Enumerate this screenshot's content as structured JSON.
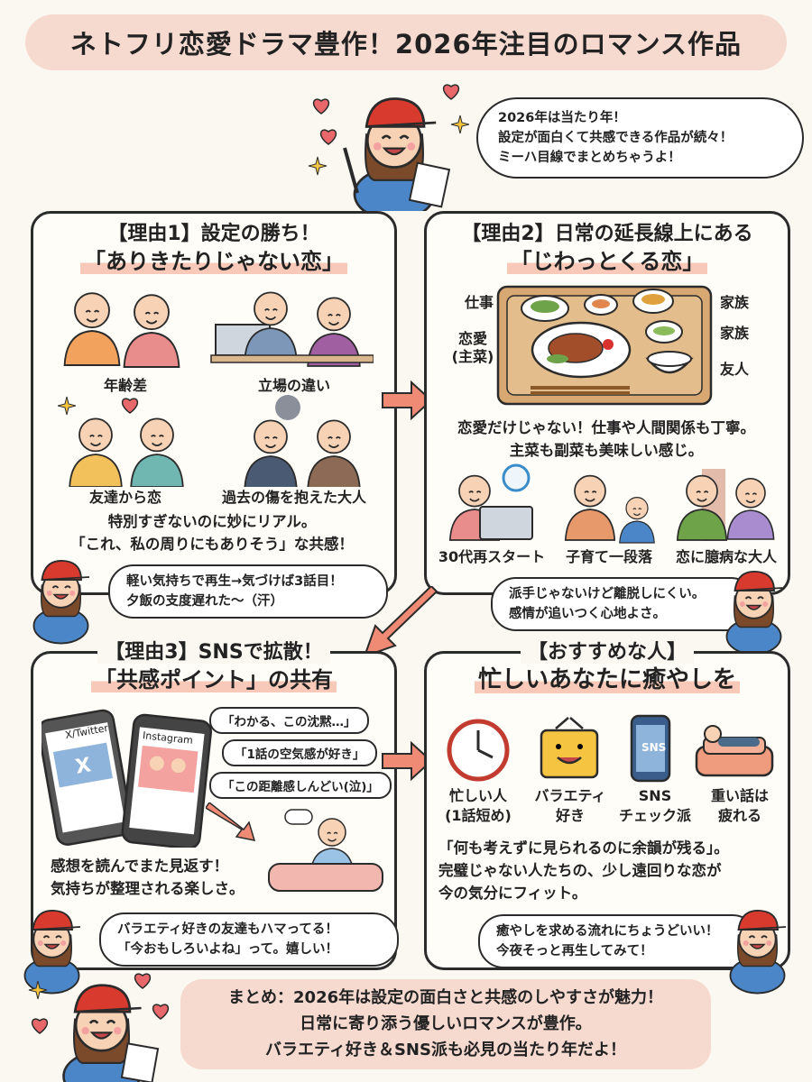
{
  "title": "ネトフリ恋愛ドラマ豊作！2026年注目のロマンス作品",
  "intro_bubble": [
    "2026年は当たり年！",
    "設定が面白くて共感できる作品が続々！",
    "ミーハ目線でまとめちゃうよ！"
  ],
  "reason1": {
    "title_line1": "【理由1】設定の勝ち！",
    "title_line2": "「ありきたりじゃない恋」",
    "items": [
      "年齢差",
      "立場の違い",
      "友達から恋",
      "過去の傷を抱えた大人"
    ],
    "text": [
      "特別すぎないのに妙にリアル。",
      "「これ、私の周りにもありそう」な共感！"
    ],
    "bubble": [
      "軽い気持ちで再生→気づけば3話目！",
      "夕飯の支度遅れた〜（汗）"
    ]
  },
  "reason2": {
    "title_line1": "【理由2】日常の延長線上にある",
    "title_line2": "「じわっとくる恋」",
    "tray_labels": {
      "work": "仕事",
      "family1": "家族",
      "family2": "家族",
      "romance": "恋愛\n(主菜)",
      "friend": "友人"
    },
    "text": [
      "恋愛だけじゃない！仕事や人間関係も丁寧。",
      "主菜も副菜も美味しい感じ。"
    ],
    "items": [
      "30代再スタート",
      "子育て一段落",
      "恋に臆病な大人"
    ],
    "bubble": [
      "派手じゃないけど離脱しにくい。",
      "感情が追いつく心地よさ。"
    ]
  },
  "reason3": {
    "title_line1": "【理由3】SNSで拡散！",
    "title_line2": "「共感ポイント」の共有",
    "phone1_label": "X/Twitter",
    "phone2_label": "Instagram",
    "comments": [
      "「わかる、この沈黙…」",
      "「1話の空気感が好き」",
      "「この距離感しんどい(泣)」"
    ],
    "text": [
      "感想を読んでまた見返す！",
      "気持ちが整理される楽しさ。"
    ],
    "bubble": [
      "バラエティ好きの友達もハマってる！",
      "「今おもしろいよね」って。嬉しい！"
    ]
  },
  "recommend": {
    "title_line1": "【おすすめな人】",
    "title_line2": "忙しいあなたに癒やしを",
    "items": [
      {
        "label": "忙しい人\n(1話短め)",
        "icon": "clock-icon"
      },
      {
        "label": "バラエティ\n好き",
        "icon": "tv-icon"
      },
      {
        "label": "SNS\nチェック派",
        "icon": "smartphone-icon"
      },
      {
        "label": "重い話は\n疲れる",
        "icon": "sofa-icon"
      }
    ],
    "sns_icon_text": "SNS",
    "text": [
      "「何も考えずに見られるのに余韻が残る」。",
      "完璧じゃない人たちの、少し遠回りな恋が",
      "今の気分にフィット。"
    ],
    "bubble": [
      "癒やしを求める流れにちょうどいい！",
      "今夜そっと再生してみて！"
    ]
  },
  "summary": [
    "まとめ：2026年は設定の面白さと共感のしやすさが魅力！",
    "日常に寄り添う優しいロマンスが豊作。",
    "バラエティ好き＆SNS派も必見の当たり年だよ！"
  ],
  "colors": {
    "accent": "#f6d9cf",
    "cap": "#d83a2e",
    "arrow": "#ef8a74",
    "skin": "#f7d2b5",
    "hoodie": "#4a86c8"
  }
}
